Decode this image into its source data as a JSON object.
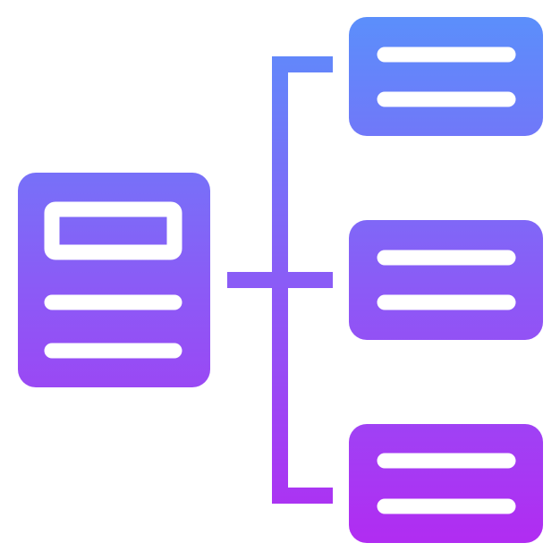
{
  "icon": {
    "name": "hierarchy-structure-icon",
    "gradient": {
      "top": "#5b8ffb",
      "middle": "#8a5cf6",
      "bottom": "#b12cf2"
    },
    "background": "#ffffff",
    "root_node": {
      "name": "source-document",
      "header_bar": true,
      "text_lines": 2
    },
    "branch_nodes": [
      {
        "name": "branch-node-top",
        "text_lines": 2
      },
      {
        "name": "branch-node-middle",
        "text_lines": 2
      },
      {
        "name": "branch-node-bottom",
        "text_lines": 2
      }
    ]
  }
}
